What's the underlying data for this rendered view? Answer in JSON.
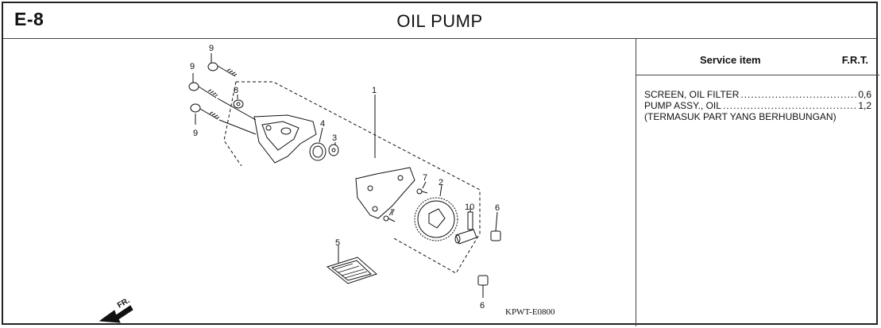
{
  "header": {
    "code": "E-8",
    "title": "OIL PUMP"
  },
  "diagram": {
    "callouts": [
      "9",
      "9",
      "9",
      "8",
      "1",
      "4",
      "3",
      "7",
      "2",
      "7",
      "10",
      "6",
      "5",
      "6"
    ],
    "drawing_code": "KPWT-E0800",
    "direction_label": "FR."
  },
  "service": {
    "item_header": "Service item",
    "frt_header": "F.R.T.",
    "rows": [
      {
        "label": "SCREEN, OIL FILTER",
        "value": "0,6"
      },
      {
        "label": "PUMP ASSY., OIL",
        "value": "1,2"
      }
    ],
    "note": "(TERMASUK PART YANG BERHUBUNGAN)"
  },
  "colors": {
    "line": "#111111",
    "border": "#222222",
    "background": "#ffffff"
  }
}
